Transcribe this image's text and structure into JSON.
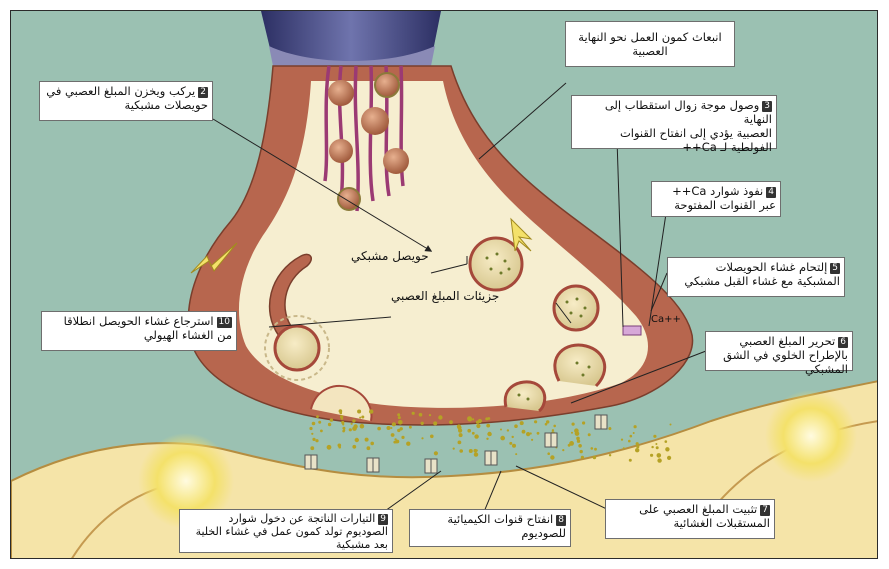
{
  "labels": {
    "top_box": "انبعاث كمون العمل نحو النهاية العصبية",
    "l2": {
      "num": "2",
      "text": "يركب ويخزن المبلغ العصبي في حويصلات مشبكية"
    },
    "l3": {
      "num": "3",
      "line1": "وصول موجة زوال استقطاب إلى النهاية",
      "line2": "العصبية يؤدي إلى انفتاح القنوات",
      "line3": "الفولطية لـ Ca++"
    },
    "l4": {
      "num": "4",
      "text": "نفوذ شوارد Ca++ عبر القنوات المفتوحة"
    },
    "l5": {
      "num": "5",
      "text": "إلتحام غشاء الحويصلات المشبكية مع غشاء القبل مشبكي"
    },
    "l6": {
      "num": "6",
      "text": "تحرير المبلغ العصبي بالإطراح الخلوي في الشق المشبكي"
    },
    "l7": {
      "num": "7",
      "text": "تثبيت المبلغ العصبي على المستقبلات الغشائية"
    },
    "l8": {
      "num": "8",
      "text": "انفتاح قنوات الكيميائية للصوديوم"
    },
    "l9": {
      "num": "9",
      "text": "التيارات الناتجة عن دخول شوارد الصوديوم تولد كمون عمل في غشاء الخلية بعد مشبكية"
    },
    "l10": {
      "num": "10",
      "text": "استرجاع غشاء الحويصل انطلاقا من الغشاء الهيولي"
    },
    "vesicle": "حويصل مشبكي",
    "molecules": "جزيئات المبلغ العصبي",
    "ca_ion": "Ca++"
  },
  "colors": {
    "background": "#9bc1b2",
    "terminal_outer": "#b7664e",
    "terminal_inner": "#f6eed0",
    "postsynaptic": "#f5e4a8",
    "cleft_dots": "#b5a225",
    "axon_blue": "#3e437a",
    "filaments": "#9b3a73",
    "vesicle_fill": "#f2e6b8",
    "glow": "#f4e16a"
  },
  "icons": [
    "arrow-icon",
    "vesicle-icon",
    "channel-icon",
    "receptor-icon"
  ]
}
